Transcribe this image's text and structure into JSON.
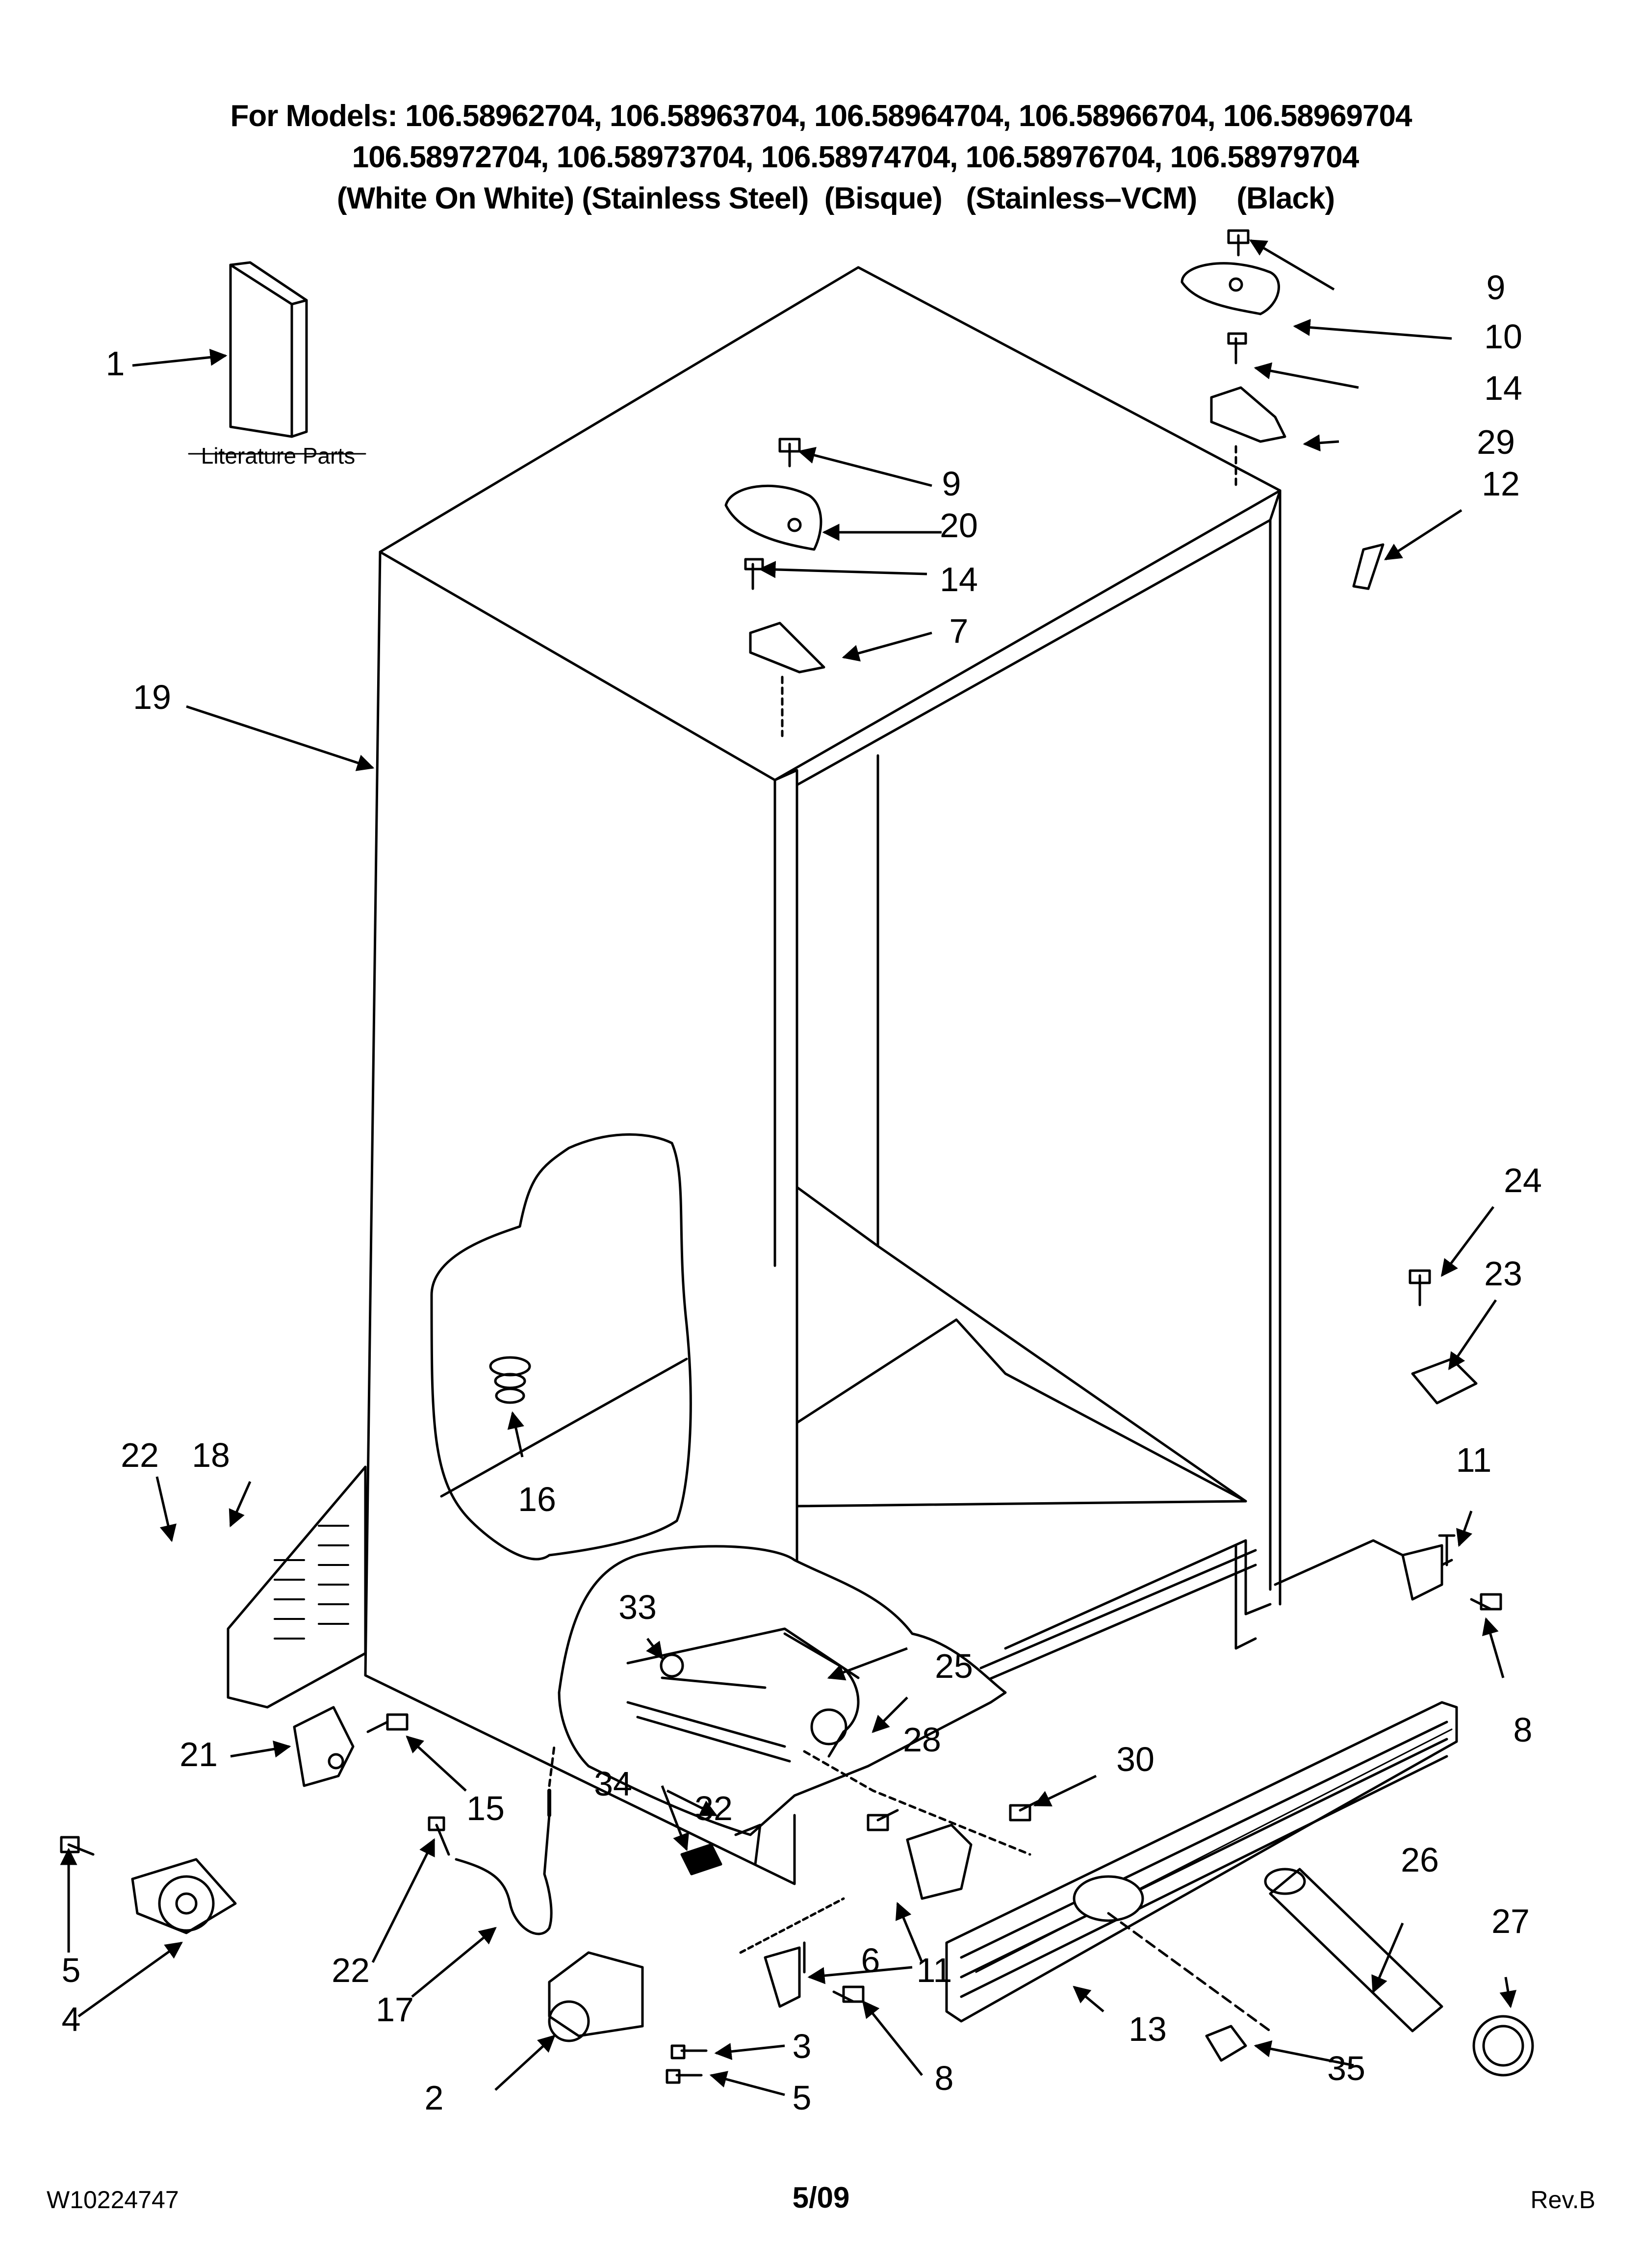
{
  "header": {
    "line1": "For Models: 106.58962704, 106.58963704, 106.58964704, 106.58966704, 106.58969704",
    "line2": "106.58972704, 106.58973704, 106.58974704, 106.58976704, 106.58979704",
    "line3": "(White On White) (Stainless Steel)  (Bisque)   (Stainless–VCM)     (Black)"
  },
  "literature_label": "Literature Parts",
  "callouts": [
    {
      "id": "c1",
      "text": "1"
    },
    {
      "id": "c2",
      "text": "2"
    },
    {
      "id": "c3",
      "text": "3"
    },
    {
      "id": "c4",
      "text": "4"
    },
    {
      "id": "c5a",
      "text": "5"
    },
    {
      "id": "c5b",
      "text": "5"
    },
    {
      "id": "c6",
      "text": "6"
    },
    {
      "id": "c7",
      "text": "7"
    },
    {
      "id": "c8a",
      "text": "8"
    },
    {
      "id": "c8b",
      "text": "8"
    },
    {
      "id": "c9a",
      "text": "9"
    },
    {
      "id": "c9b",
      "text": "9"
    },
    {
      "id": "c10",
      "text": "10"
    },
    {
      "id": "c11a",
      "text": "11"
    },
    {
      "id": "c11b",
      "text": "11"
    },
    {
      "id": "c12",
      "text": "12"
    },
    {
      "id": "c13",
      "text": "13"
    },
    {
      "id": "c14a",
      "text": "14"
    },
    {
      "id": "c14b",
      "text": "14"
    },
    {
      "id": "c15",
      "text": "15"
    },
    {
      "id": "c16",
      "text": "16"
    },
    {
      "id": "c17",
      "text": "17"
    },
    {
      "id": "c18",
      "text": "18"
    },
    {
      "id": "c19",
      "text": "19"
    },
    {
      "id": "c20",
      "text": "20"
    },
    {
      "id": "c21",
      "text": "21"
    },
    {
      "id": "c22a",
      "text": "22"
    },
    {
      "id": "c22b",
      "text": "22"
    },
    {
      "id": "c23",
      "text": "23"
    },
    {
      "id": "c24",
      "text": "24"
    },
    {
      "id": "c25",
      "text": "25"
    },
    {
      "id": "c26",
      "text": "26"
    },
    {
      "id": "c27",
      "text": "27"
    },
    {
      "id": "c28",
      "text": "28"
    },
    {
      "id": "c29",
      "text": "29"
    },
    {
      "id": "c30",
      "text": "30"
    },
    {
      "id": "c32",
      "text": "32"
    },
    {
      "id": "c33",
      "text": "33"
    },
    {
      "id": "c34",
      "text": "34"
    },
    {
      "id": "c35",
      "text": "35"
    }
  ],
  "footer": {
    "doc_number": "W10224747",
    "date": "5/09",
    "revision": "Rev.B"
  },
  "colors": {
    "line": "#000000",
    "background": "#ffffff"
  }
}
